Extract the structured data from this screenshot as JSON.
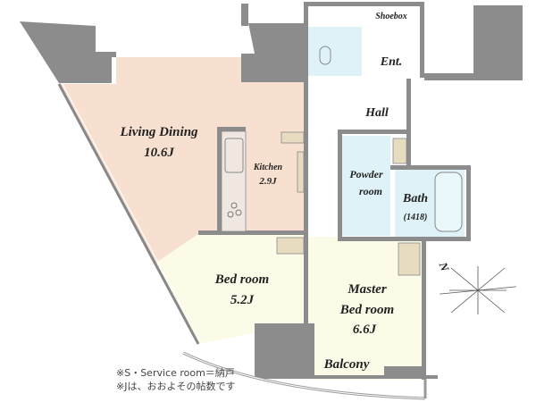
{
  "rooms": {
    "living": {
      "name": "Living Dining",
      "size": "10.6J"
    },
    "kitchen": {
      "name": "Kitchen",
      "size": "2.9J"
    },
    "bedroom": {
      "name": "Bed room",
      "size": "5.2J"
    },
    "master": {
      "name1": "Master",
      "name2": "Bed room",
      "size": "6.6J"
    },
    "powder": {
      "name1": "Powder",
      "name2": "room"
    },
    "bath": {
      "name": "Bath",
      "size": "(1418)"
    },
    "hall": {
      "name": "Hall"
    },
    "entrance": {
      "name": "Ent."
    },
    "shoebox": {
      "name": "Shoebox"
    },
    "balcony": {
      "name": "Balcony"
    }
  },
  "compass": {
    "label": "N"
  },
  "notes": [
    "※S・Service room＝納戸",
    "※Jは、おおよその帖数です"
  ],
  "colors": {
    "wall": "#8c8c8c",
    "living": "#f7e0d0",
    "bedroom": "#fbfbe8",
    "wet": "#dff2f8",
    "storage": "#e8dcc0"
  }
}
